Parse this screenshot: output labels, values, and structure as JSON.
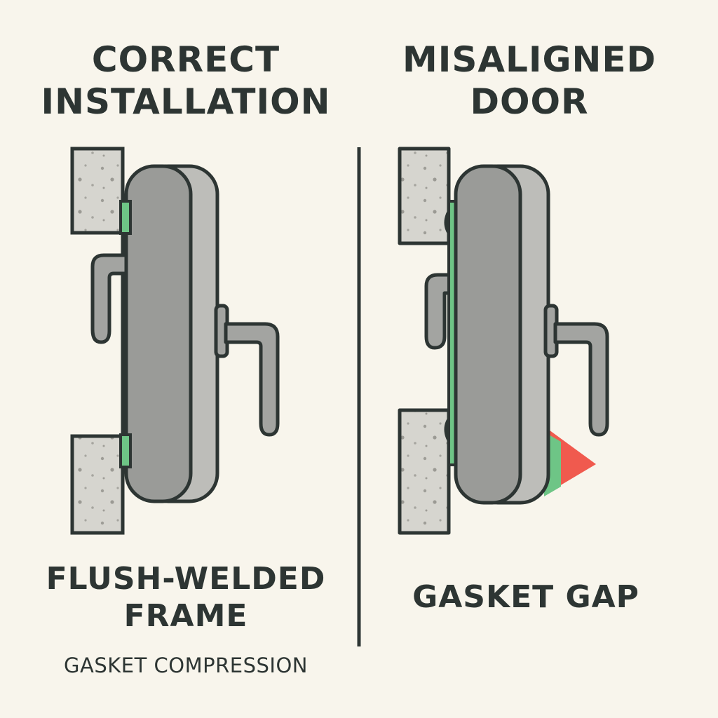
{
  "left_panel": {
    "title_lines": [
      "CORRECT",
      "INSTALLATION"
    ],
    "caption_lines": [
      "FLUSH-WELDED",
      "FRAME"
    ],
    "subcaption": "GASKET COMPRESSION"
  },
  "right_panel": {
    "title_lines": [
      "MISALIGNED",
      "DOOR"
    ],
    "caption": "GASKET GAP"
  },
  "colors": {
    "background": "#f8f5ec",
    "outline": "#2d3533",
    "door": "#9a9b98",
    "door_edge": "#bdbdb9",
    "wall": "#d6d5cf",
    "gasket": "#6ec586",
    "gap_warning": "#f05a4e"
  },
  "icons": [
    "wall-frame",
    "door-leaf",
    "door-handle",
    "gasket-seal",
    "gap-warning-triangle"
  ]
}
